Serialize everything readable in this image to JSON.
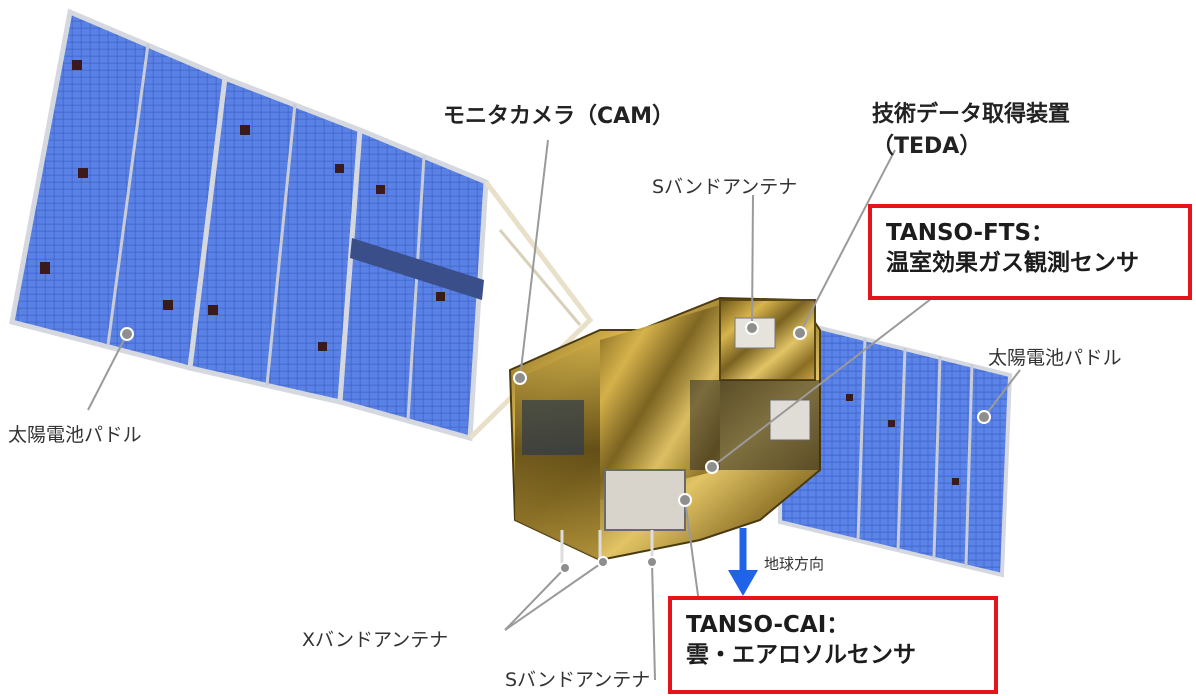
{
  "labels": {
    "solar_paddle_left": "太陽電池パドル",
    "solar_paddle_right": "太陽電池パドル",
    "monitor_camera": "モニタカメラ（CAM）",
    "teda_line1": "技術データ取得装置",
    "teda_line2": "（TEDA）",
    "s_band_antenna_top": "Sバンドアンテナ",
    "x_band_antenna": "Xバンドアンテナ",
    "s_band_antenna_bottom": "Sバンドアンテナ",
    "earth_direction": "地球方向"
  },
  "highlight_boxes": {
    "fts_line1": "TANSO-FTS：",
    "fts_line2": "温室効果ガス観測センサ",
    "cai_line1": "TANSO-CAI：",
    "cai_line2": "雲・エアロソルセンサ"
  },
  "colors": {
    "panel_blue": "#4a6fd8",
    "panel_frame": "#c9ccd4",
    "gold_foil": "#b8932e",
    "highlight_red": "#e4141b",
    "arrow_blue": "#1f63e8",
    "leader_gray": "#888888"
  }
}
